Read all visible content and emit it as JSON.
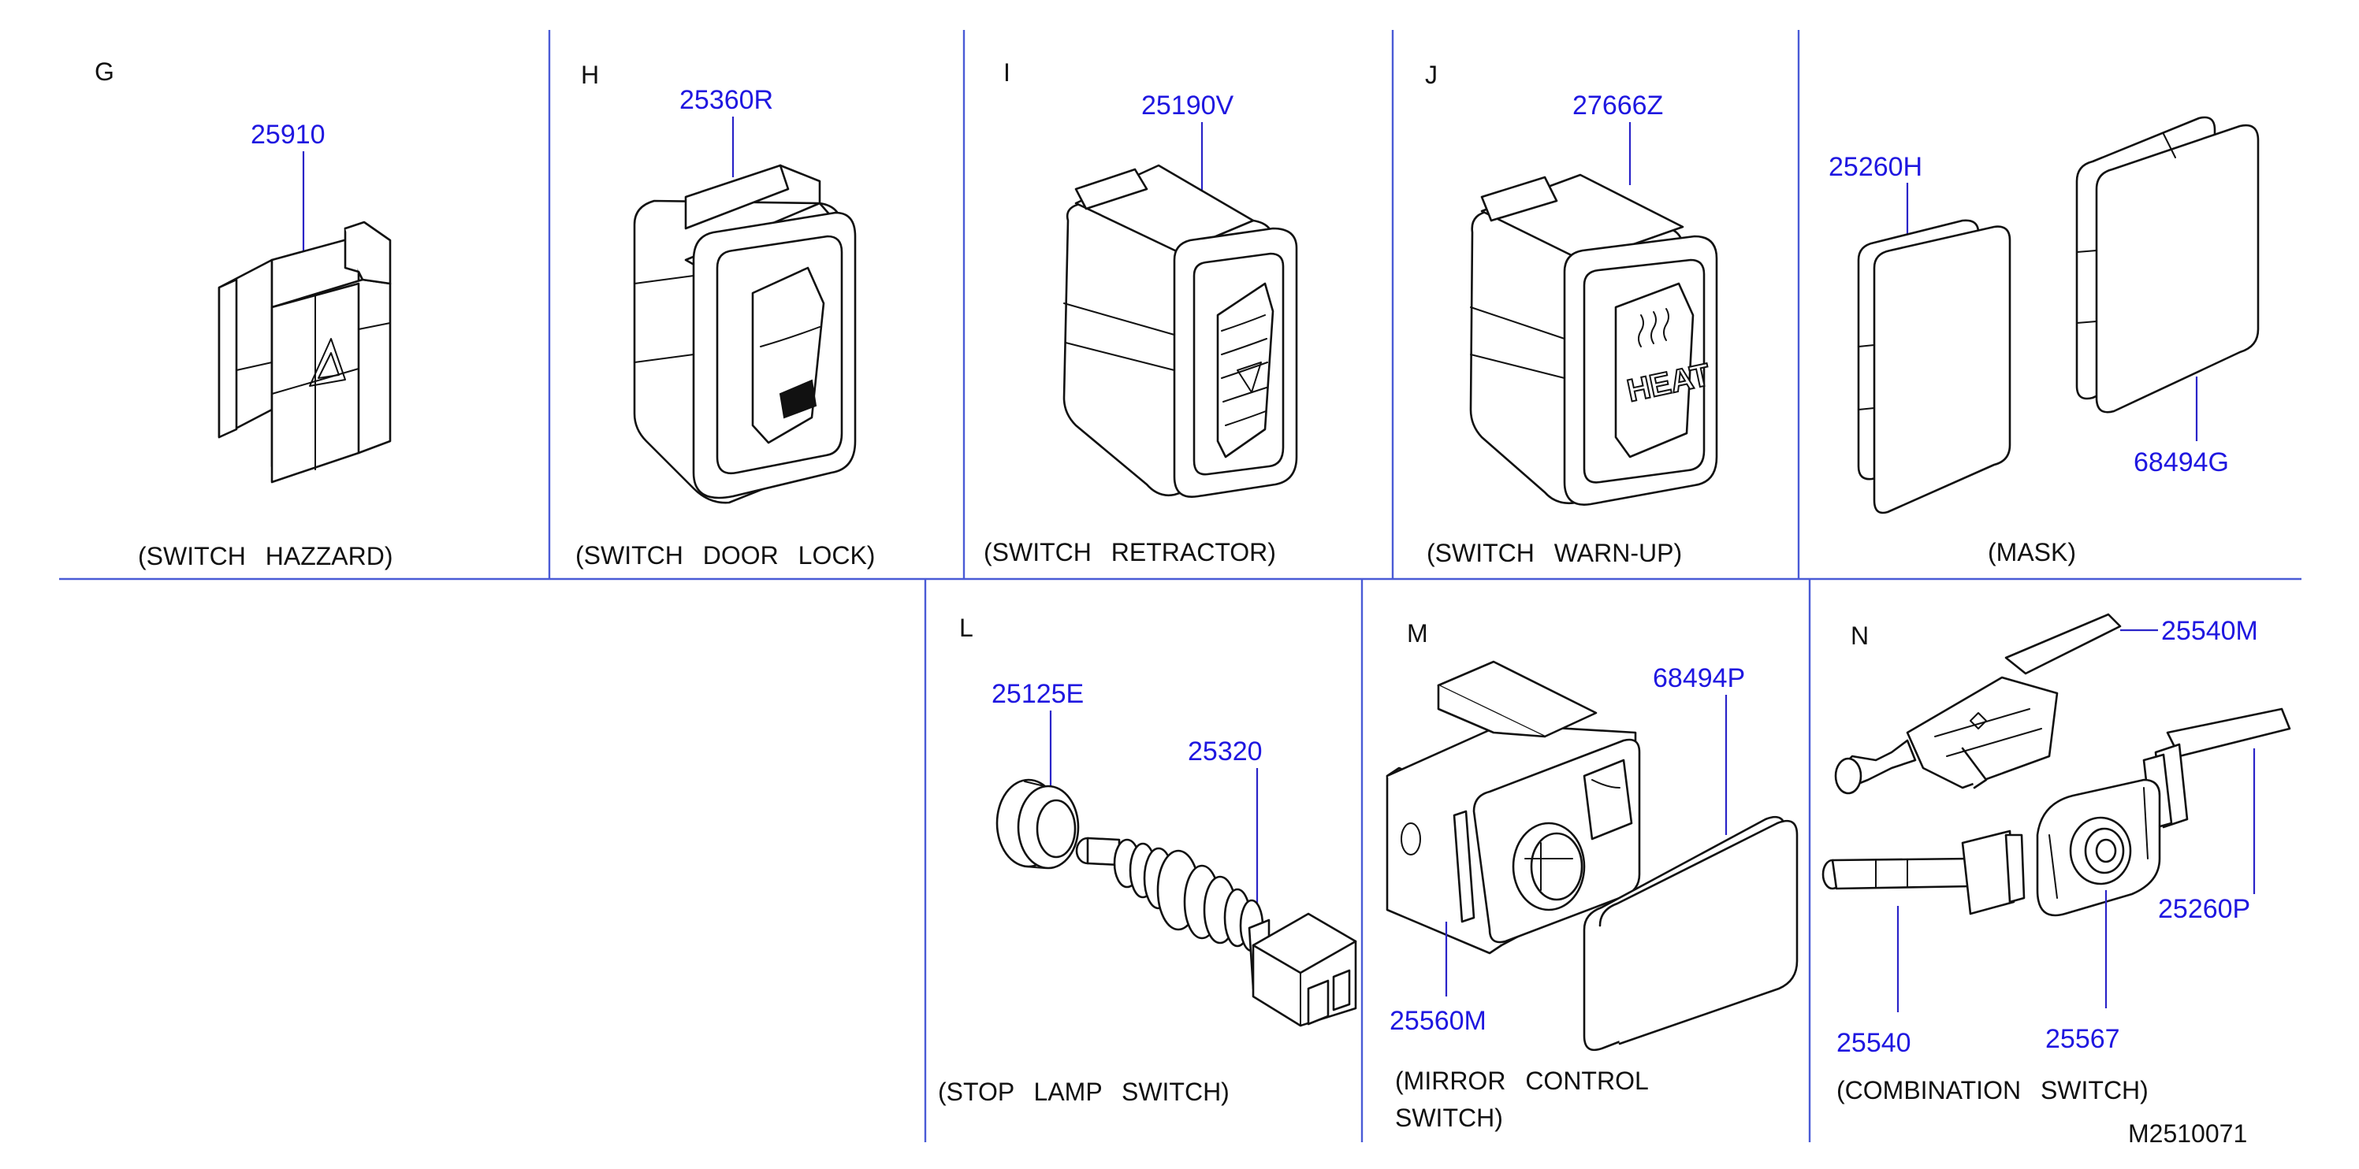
{
  "drawing_id": "M2510071",
  "colors": {
    "part_number": "#1f17e0",
    "divider": "#4a5bd6",
    "line": "#111111"
  },
  "panels": {
    "G": {
      "letter": "G",
      "caption": "(SWITCH HAZZARD)",
      "parts": [
        "25910"
      ]
    },
    "H": {
      "letter": "H",
      "caption": "(SWITCH DOOR LOCK)",
      "parts": [
        "25360R"
      ]
    },
    "I": {
      "letter": "I",
      "caption": "(SWITCH RETRACTOR)",
      "parts": [
        "25190V"
      ]
    },
    "J": {
      "letter": "J",
      "caption": "(SWITCH WARN-UP)",
      "parts": [
        "27666Z"
      ],
      "icon_text": "HEAT"
    },
    "K": {
      "caption": "(MASK)",
      "parts": [
        "25260H",
        "68494G"
      ]
    },
    "L": {
      "letter": "L",
      "caption": "(STOP LAMP SWITCH)",
      "parts": [
        "25125E",
        "25320"
      ]
    },
    "M": {
      "letter": "M",
      "caption_line1": "(MIRROR CONTROL",
      "caption_line2": "SWITCH)",
      "parts": [
        "68494P",
        "25560M"
      ]
    },
    "N": {
      "letter": "N",
      "caption": "(COMBINATION SWITCH)",
      "parts": [
        "25540M",
        "25260P",
        "25540",
        "25567"
      ]
    }
  }
}
